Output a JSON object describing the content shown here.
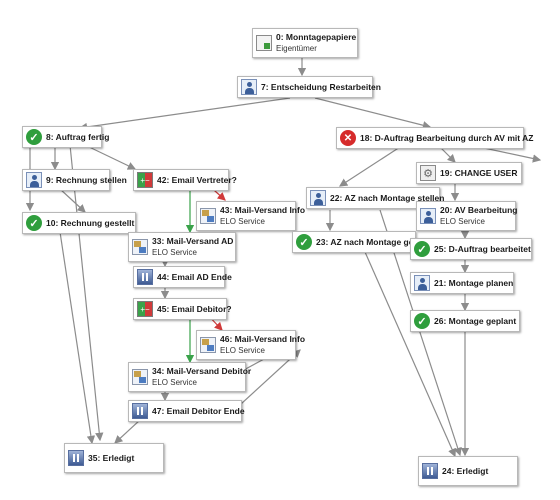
{
  "nodes": [
    {
      "id": "n0",
      "title": "0: Monntagepapiere",
      "subtitle": "Eigentümer",
      "icon": "document-start-icon"
    },
    {
      "id": "n7",
      "title": "7: Entscheidung Restarbeiten",
      "icon": "person-icon"
    },
    {
      "id": "n8",
      "title": "8: Auftrag fertig",
      "icon": "check-icon"
    },
    {
      "id": "n18",
      "title": "18: D-Auftrag Bearbeitung durch AV mit AZ",
      "icon": "cancel-icon"
    },
    {
      "id": "n9",
      "title": "9: Rechnung stellen",
      "icon": "person-icon"
    },
    {
      "id": "n42",
      "title": "42: Email Vertreter?",
      "icon": "split-icon"
    },
    {
      "id": "n19",
      "title": "19: CHANGE USER",
      "icon": "gear-icon"
    },
    {
      "id": "n22",
      "title": "22: AZ nach Montage stellen",
      "icon": "person-icon"
    },
    {
      "id": "n43",
      "title": "43: Mail-Versand Info",
      "subtitle": "ELO Service",
      "icon": "mail-icon"
    },
    {
      "id": "n20",
      "title": "20: AV Bearbeitung",
      "subtitle": "ELO Service",
      "icon": "person-icon"
    },
    {
      "id": "n10",
      "title": "10: Rechnung gestellt",
      "icon": "check-icon"
    },
    {
      "id": "n33",
      "title": "33: Mail-Versand AD",
      "subtitle": "ELO Service",
      "icon": "mail-icon"
    },
    {
      "id": "n23",
      "title": "23: AZ nach Montage ges",
      "icon": "check-icon"
    },
    {
      "id": "n25",
      "title": "25: D-Auftrag bearbeitet",
      "icon": "check-icon"
    },
    {
      "id": "n44",
      "title": "44: Email AD Ende",
      "icon": "end-icon"
    },
    {
      "id": "n21",
      "title": "21: Montage planen",
      "icon": "person-icon"
    },
    {
      "id": "n45",
      "title": "45: Email Debitor?",
      "icon": "split-icon"
    },
    {
      "id": "n26",
      "title": "26: Montage geplant",
      "icon": "check-icon"
    },
    {
      "id": "n46",
      "title": "46: Mail-Versand Info",
      "subtitle": "ELO Service",
      "icon": "mail-icon"
    },
    {
      "id": "n34",
      "title": "34: Mail-Versand Debitor",
      "subtitle": "ELO Service",
      "icon": "mail-icon"
    },
    {
      "id": "n47",
      "title": "47: Email Debitor Ende",
      "icon": "end-icon"
    },
    {
      "id": "n35",
      "title": "35: Erledigt",
      "icon": "end-icon"
    },
    {
      "id": "n24",
      "title": "24: Erledigt",
      "icon": "end-icon"
    }
  ],
  "colors": {
    "edge": "#8c8c8c",
    "edge_positive": "#3aa24a",
    "edge_negative": "#d03a3a"
  }
}
